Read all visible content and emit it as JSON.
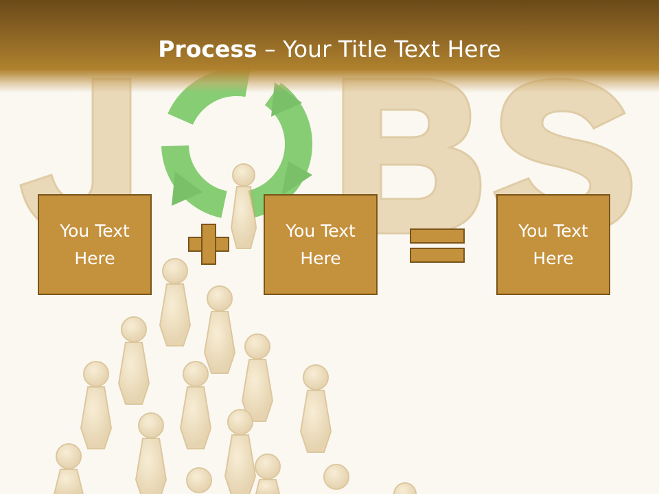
{
  "slide": {
    "title_bold": "Process",
    "title_rest": " – Your Title Text Here",
    "background_word": "JOBS"
  },
  "boxes": [
    {
      "text": "You Text Here"
    },
    {
      "text": "You Text Here"
    },
    {
      "text": "You Text Here"
    }
  ],
  "operators": {
    "plus": "plus-sign",
    "equals": "equals-sign"
  },
  "colors": {
    "header_dark": "#6b4a17",
    "header_light": "#b0822e",
    "box_fill": "#c4913c",
    "box_border": "#7a5419",
    "background": "#fbf8f2",
    "recycle_green": "#5fbf4a"
  }
}
